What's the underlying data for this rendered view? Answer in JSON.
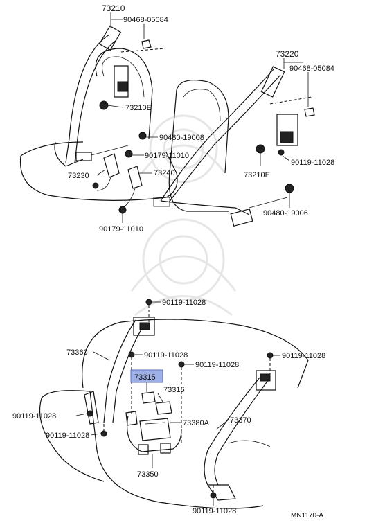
{
  "diagram": {
    "figure_code": "MN1170-A",
    "highlighted_part": "73315",
    "front_assembly": {
      "driver_belt": "73210",
      "driver_anchor": "90468-05084",
      "driver_cover": "73210E",
      "passenger_belt": "73220",
      "passenger_anchor": "90468-05084",
      "passenger_cover": "73210E",
      "bolt_a": "90480-19008",
      "bolt_b": "90179-11010",
      "bolt_c": "90179-11010",
      "bolt_d": "90480-19006",
      "bolt_e": "90119-11028",
      "buckle_left": "73230",
      "buckle_right": "73240"
    },
    "rear_assembly": {
      "top_bolt": "90119-11028",
      "left_belt": "73360",
      "center_bolt_1": "90119-11028",
      "center_bolt_2": "90119-11028",
      "right_top_bolt": "90119-11028",
      "part_73315": "73315",
      "part_73316": "73316",
      "left_bolt_1": "90119-11028",
      "left_bolt_2": "90119-11028",
      "part_73380a": "73380A",
      "right_belt": "73370",
      "center_buckle": "73350",
      "bottom_bolt": "90119-11028"
    }
  }
}
